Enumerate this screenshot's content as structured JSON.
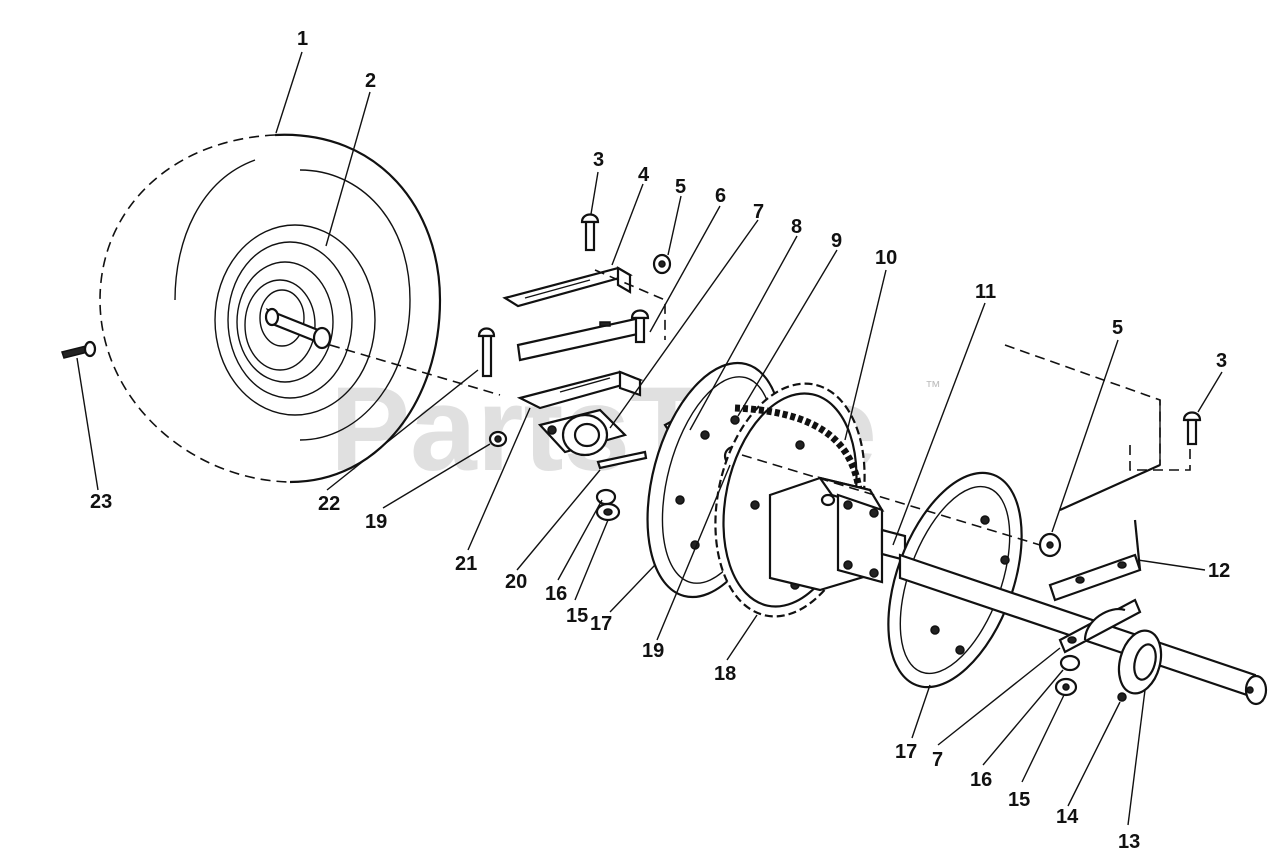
{
  "watermark": {
    "text": "PartsTree",
    "trademark": "™"
  },
  "callouts": [
    {
      "id": "c1",
      "text": "1"
    },
    {
      "id": "c2",
      "text": "2"
    },
    {
      "id": "c3a",
      "text": "3"
    },
    {
      "id": "c4",
      "text": "4"
    },
    {
      "id": "c5a",
      "text": "5"
    },
    {
      "id": "c6",
      "text": "6"
    },
    {
      "id": "c7a",
      "text": "7"
    },
    {
      "id": "c8",
      "text": "8"
    },
    {
      "id": "c9",
      "text": "9"
    },
    {
      "id": "c10",
      "text": "10"
    },
    {
      "id": "c11",
      "text": "11"
    },
    {
      "id": "c5b",
      "text": "5"
    },
    {
      "id": "c3b",
      "text": "3"
    },
    {
      "id": "c12",
      "text": "12"
    },
    {
      "id": "c23",
      "text": "23"
    },
    {
      "id": "c22",
      "text": "22"
    },
    {
      "id": "c19a",
      "text": "19"
    },
    {
      "id": "c21",
      "text": "21"
    },
    {
      "id": "c20",
      "text": "20"
    },
    {
      "id": "c16a",
      "text": "16"
    },
    {
      "id": "c15a",
      "text": "15"
    },
    {
      "id": "c17a",
      "text": "17"
    },
    {
      "id": "c19b",
      "text": "19"
    },
    {
      "id": "c18",
      "text": "18"
    },
    {
      "id": "c17b",
      "text": "17"
    },
    {
      "id": "c7b",
      "text": "7"
    },
    {
      "id": "c16b",
      "text": "16"
    },
    {
      "id": "c15b",
      "text": "15"
    },
    {
      "id": "c14",
      "text": "14"
    },
    {
      "id": "c13",
      "text": "13"
    }
  ]
}
